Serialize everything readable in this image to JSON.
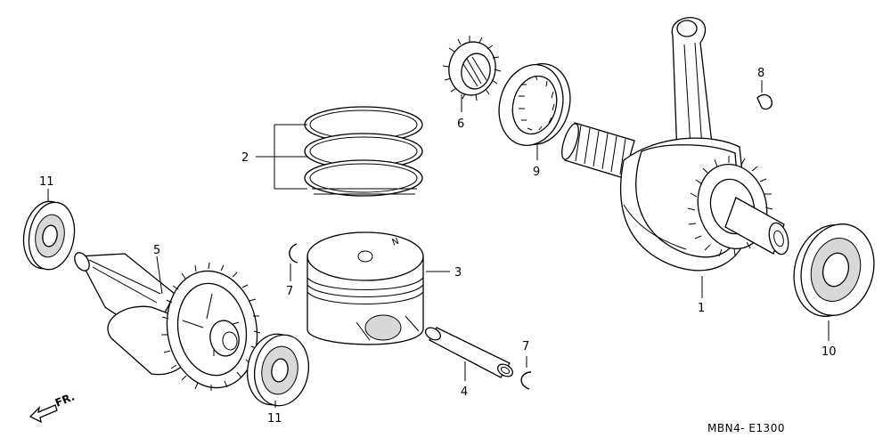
{
  "labels": {
    "crankshaft": "1",
    "piston_ring_set": "2",
    "piston": "3",
    "piston_pin": "4",
    "balancer_shaft": "5",
    "gear_6": "6",
    "piston_pin_clip_upper": "7",
    "piston_pin_clip_lower": "7",
    "key": "8",
    "needle_bearing": "9",
    "right_bearing": "10",
    "balancer_bearing_upper": "11",
    "balancer_bearing_lower": "11"
  },
  "direction": "FR.",
  "piston_mark": "N",
  "code": "MBN4- E1300",
  "colors": {
    "line": "#000000",
    "background": "#ffffff"
  }
}
